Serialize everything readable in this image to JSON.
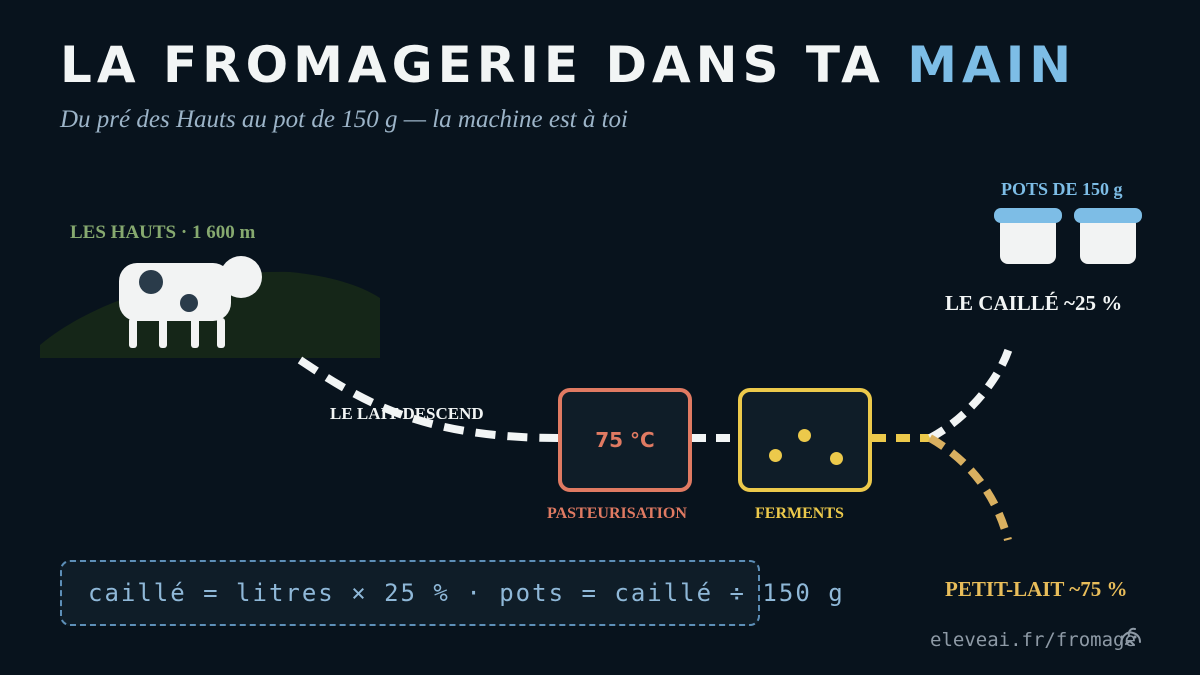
{
  "header": {
    "title_main": "LA FROMAGERIE DANS TA",
    "title_accent": "MAIN",
    "subtitle": "Du pré des Hauts au pot de 150 g — la machine est à toi"
  },
  "farm": {
    "label": "LES HAUTS · 1 600 m"
  },
  "flow": {
    "milk_label": "LE LAIT DESCEND",
    "pasteurisation": {
      "temperature": "75 °C",
      "label": "PASTEURISATION"
    },
    "ferments": {
      "label": "FERMENTS"
    }
  },
  "outputs": {
    "pots_label": "POTS DE 150 g",
    "curd_label": "LE CAILLÉ ~25 %",
    "whey_label": "PETIT-LAIT ~75 %"
  },
  "formula": "caillé = litres × 25 % · pots = caillé ÷ 150 g",
  "footer": {
    "url": "eleveai.fr/fromage"
  },
  "colors": {
    "background": "#08131d",
    "accent_blue": "#7dbde6",
    "pasteurisation": "#e07a62",
    "ferments": "#ecc94b",
    "whey": "#e8bd5a",
    "hill": "#152618"
  },
  "icons": [
    "cow-icon",
    "yogurt-pot-icon",
    "mascot-icon"
  ]
}
